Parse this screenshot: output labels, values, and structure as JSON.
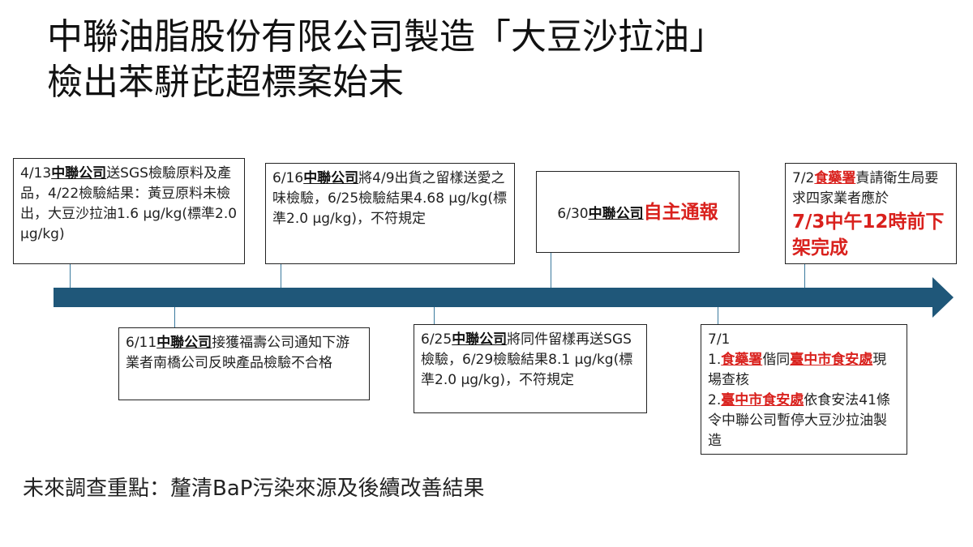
{
  "title": {
    "line1": "中聯油脂股份有限公司製造「大豆沙拉油」",
    "line2": "檢出苯駢芘超標案始末"
  },
  "events": {
    "e1": {
      "date": "4/13",
      "company": "中聯公司",
      "text": "送SGS檢驗原料及產品，4/22檢驗結果：黃豆原料未檢出，大豆沙拉油1.6 µg/kg(標準2.0 µg/kg)"
    },
    "e2": {
      "date": "6/11",
      "company": "中聯公司",
      "text": "接獲福壽公司通知下游業者南橋公司反映產品檢驗不合格"
    },
    "e3": {
      "date": "6/16",
      "company": "中聯公司",
      "text": "將4/9出貨之留樣送愛之味檢驗，6/25檢驗結果4.68 µg/kg(標準2.0 µg/kg)，不符規定"
    },
    "e4": {
      "date": "6/25",
      "company": "中聯公司",
      "text": "將同件留樣再送SGS檢驗，6/29檢驗結果8.1 µg/kg(標準2.0 µg/kg)，不符規定"
    },
    "e5": {
      "date": "6/30",
      "company": "中聯公司",
      "highlight": "自主通報"
    },
    "e6": {
      "date": "7/1",
      "item1_prefix": "1.",
      "item1_agency": "食藥署",
      "item1_mid": "偕同",
      "item1_agency2": "臺中市食安處",
      "item1_end": "現場查核",
      "item2_prefix": "2.",
      "item2_agency": "臺中市食安處",
      "item2_end": "依食安法41條令中聯公司暫停大豆沙拉油製造"
    },
    "e7": {
      "date": "7/2",
      "agency": "食藥署",
      "text": "責請衛生局要求四家業者應於",
      "deadline": "7/3中午12時前下架完成"
    }
  },
  "footer": "未來調查重點：釐清BaP污染來源及後續改善結果",
  "colors": {
    "arrow": "#1f5779",
    "highlight": "#d9211d"
  }
}
